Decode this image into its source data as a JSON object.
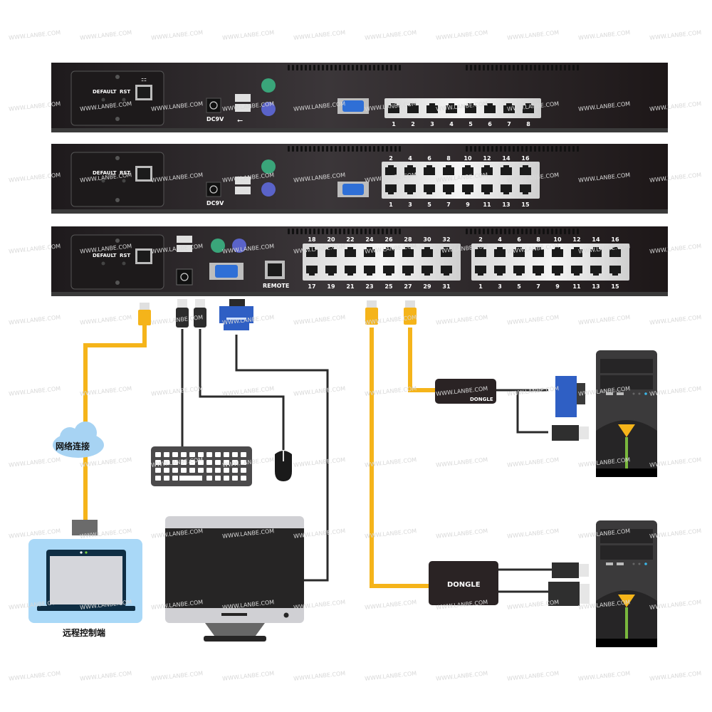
{
  "title": "KVM over IP connection diagram",
  "watermark": "WWW.LANBE.COM",
  "colors": {
    "chassis": "#2a2326",
    "cat_cable": "#f5b41a",
    "vga_blue": "#2f5fc4",
    "ps2_mouse": "#3aa57a",
    "ps2_keyboard": "#5a63c9",
    "cloud": "#a7d3f3",
    "laptop_bg": "#a9d8f7"
  },
  "units": [
    {
      "name": "8-port KVM",
      "default_label": "DEFAULT",
      "rst_label": "RST",
      "power_label": "DC9V",
      "port_labels_bottom": [
        "1",
        "2",
        "3",
        "4",
        "5",
        "6",
        "7",
        "8"
      ]
    },
    {
      "name": "16-port KVM",
      "default_label": "DEFAULT",
      "rst_label": "RST",
      "power_label": "DC9V",
      "port_labels_top": [
        "2",
        "4",
        "6",
        "8",
        "10",
        "12",
        "14",
        "16"
      ],
      "port_labels_bottom": [
        "1",
        "3",
        "5",
        "7",
        "9",
        "11",
        "13",
        "15"
      ]
    },
    {
      "name": "32-port KVM",
      "default_label": "DEFAULT",
      "rst_label": "RST",
      "remote_label": "REMOTE",
      "bank_a_top": [
        "18",
        "20",
        "22",
        "24",
        "26",
        "28",
        "30",
        "32"
      ],
      "bank_a_bottom": [
        "17",
        "19",
        "21",
        "23",
        "25",
        "27",
        "29",
        "31"
      ],
      "bank_b_top": [
        "2",
        "4",
        "6",
        "8",
        "10",
        "12",
        "14",
        "16"
      ],
      "bank_b_bottom": [
        "1",
        "3",
        "5",
        "7",
        "9",
        "11",
        "13",
        "15"
      ]
    }
  ],
  "network_label": "网络连接",
  "remote_client_label": "远程控制端",
  "dongle_vga_label": "DONGLE",
  "dongle_hdmi_label": "DONGLE",
  "devices": {
    "keyboard": "keyboard",
    "mouse": "mouse",
    "monitor": "monitor",
    "server_1": "server tower",
    "server_2": "server tower"
  }
}
